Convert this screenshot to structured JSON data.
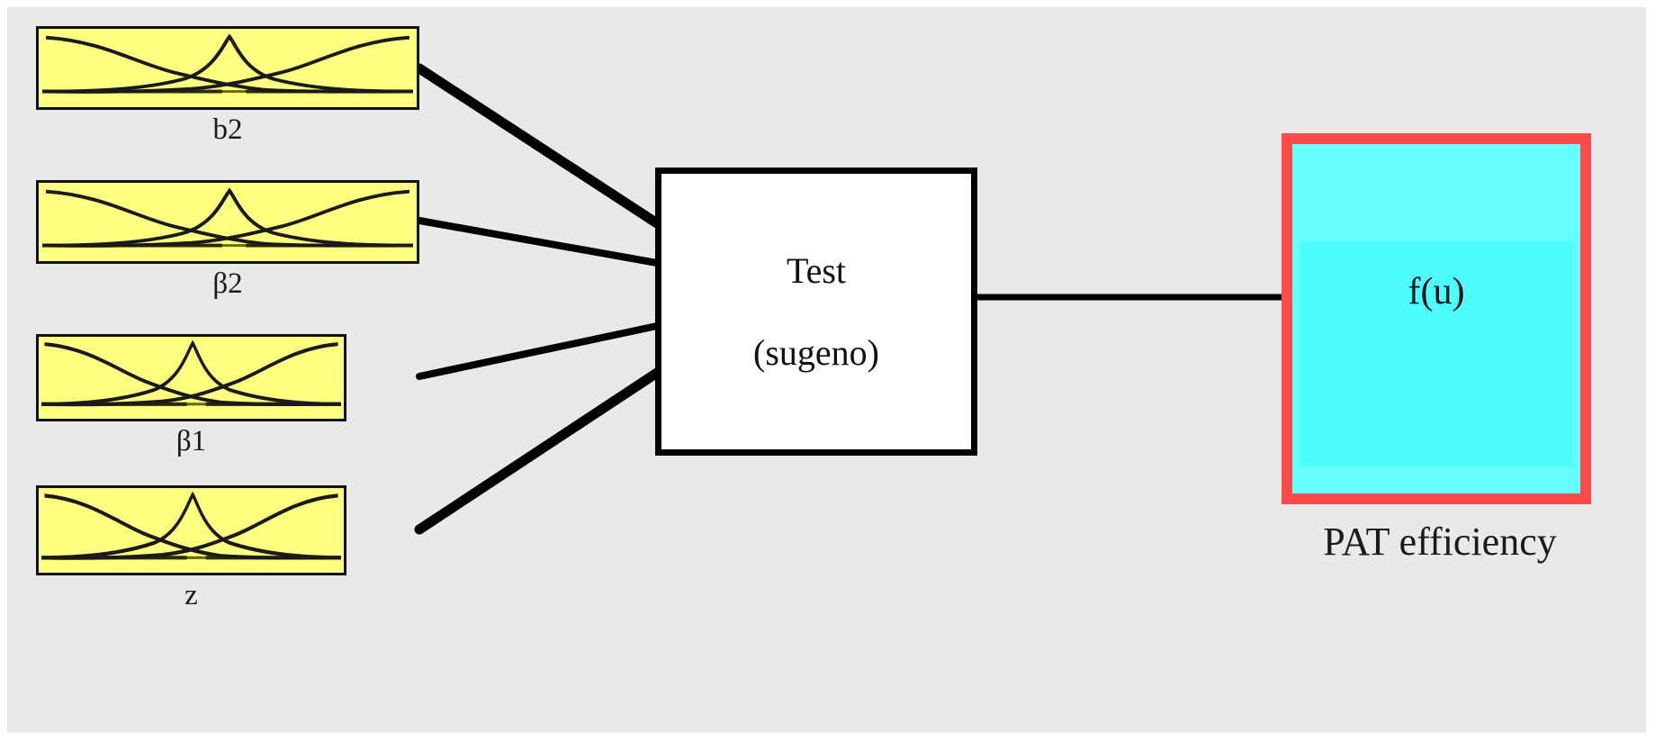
{
  "diagram": {
    "type": "fuzzy-inference-system",
    "background_color": "#e9e9e9",
    "inputs": [
      {
        "label": "b2",
        "mf_count": 3,
        "box_color": "#ffff80",
        "curve_color": "#1a1a1a"
      },
      {
        "label": "β2",
        "mf_count": 3,
        "box_color": "#ffff80",
        "curve_color": "#1a1a1a"
      },
      {
        "label": "β1",
        "mf_count": 3,
        "box_color": "#ffff80",
        "curve_color": "#1a1a1a"
      },
      {
        "label": "z",
        "mf_count": 3,
        "box_color": "#ffff80",
        "curve_color": "#1a1a1a"
      }
    ],
    "engine": {
      "title": "Test",
      "subtitle": "(sugeno)",
      "fill_color": "#ffffff",
      "border_color": "#000000"
    },
    "output": {
      "value_text": "f(u)",
      "label": "PAT efficiency",
      "fill_color": "#66ffff",
      "border_color": "#ff4a4a"
    }
  }
}
